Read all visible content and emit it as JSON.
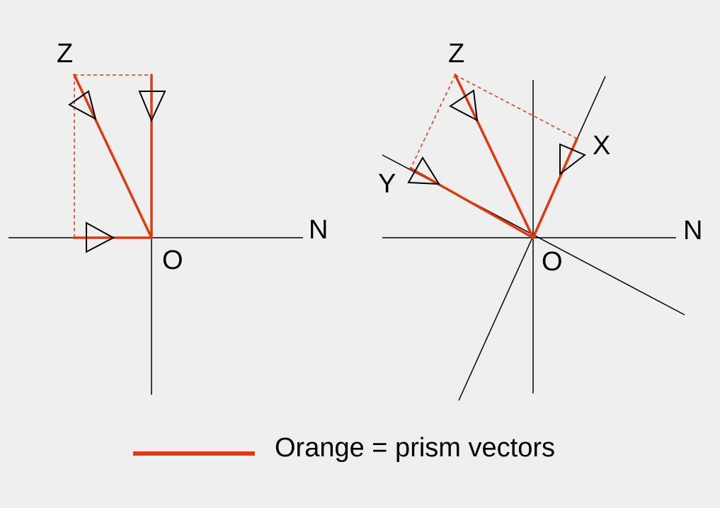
{
  "colors": {
    "background": "#efefef",
    "axis": "#000000",
    "vector": "#dd3a10"
  },
  "left_diagram": {
    "label_z": "Z",
    "label_n": "N",
    "label_o": "O"
  },
  "right_diagram": {
    "label_z": "Z",
    "label_x": "X",
    "label_y": "Y",
    "label_n": "N",
    "label_o": "O"
  },
  "legend": {
    "text": "Orange = prism vectors"
  }
}
